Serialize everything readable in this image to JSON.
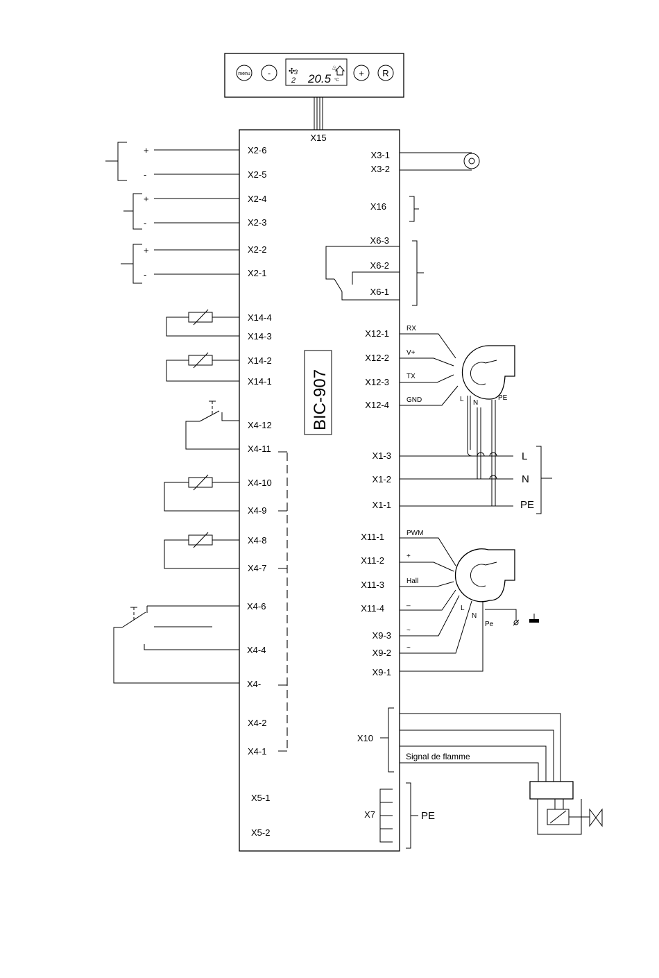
{
  "display_panel": {
    "buttons": [
      "menu",
      "-",
      "+",
      "R"
    ],
    "lcd": {
      "left_digits": "3",
      "left_sub": "2",
      "main_value": "20.5",
      "unit": "°C"
    },
    "connector": "X15"
  },
  "controller": {
    "model": "BIC-907"
  },
  "terminals_left": [
    "X2-6",
    "X2-5",
    "X2-4",
    "X2-3",
    "X2-2",
    "X2-1",
    "X14-4",
    "X14-3",
    "X14-2",
    "X14-1",
    "X4-12",
    "X4-11",
    "X4-10",
    "X4-9",
    "X4-8",
    "X4-7",
    "X4-6",
    "X4-4",
    "X4-",
    "X4-2",
    "X4-1",
    "X5-1",
    "X5-2"
  ],
  "polarity_marks": [
    "+",
    "-",
    "+",
    "-",
    "+",
    "-"
  ],
  "terminals_right": [
    "X3-1",
    "X3-2",
    "X16",
    "X6-3",
    "X6-2",
    "X6-1",
    "X12-1",
    "X12-2",
    "X12-3",
    "X12-4",
    "X1-3",
    "X1-2",
    "X1-1",
    "X11-1",
    "X11-2",
    "X11-3",
    "X11-4",
    "X9-3",
    "X9-2",
    "X9-1",
    "X10",
    "X7"
  ],
  "fan1": {
    "signals": [
      "RX",
      "V+",
      "TX",
      "GND"
    ],
    "power": [
      "L",
      "N",
      "PE"
    ]
  },
  "mains": [
    "L",
    "N",
    "PE"
  ],
  "fan2": {
    "signals": [
      "PWM",
      "+",
      "Hall",
      "_",
      "~",
      "~"
    ],
    "power": [
      "L",
      "N",
      "Pe"
    ]
  },
  "flame_signal": "Signal de flamme",
  "x7_label": "PE"
}
